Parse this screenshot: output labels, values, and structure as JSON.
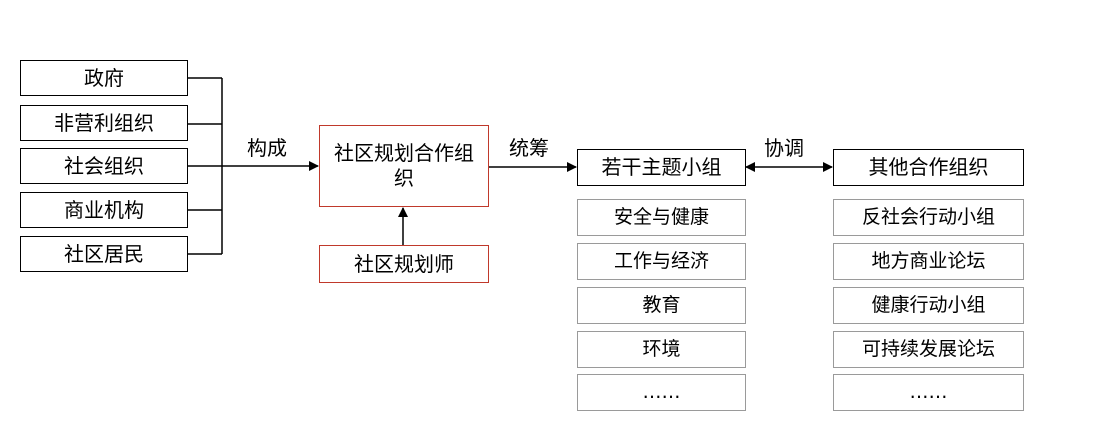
{
  "participants": [
    "政府",
    "非营利组织",
    "社会组织",
    "商业机构",
    "社区居民"
  ],
  "edge_labels": {
    "compose": "构成",
    "coordinate_overall": "统筹",
    "coordinate_mutual": "协调"
  },
  "center": {
    "org": "社区规划合作组织",
    "planner": "社区规划师"
  },
  "groups": {
    "title": "若干主题小组",
    "items": [
      "安全与健康",
      "工作与经济",
      "教育",
      "环境",
      "……"
    ]
  },
  "partners": {
    "title": "其他合作组织",
    "items": [
      "反社会行动小组",
      "地方商业论坛",
      "健康行动小组",
      "可持续发展论坛",
      "……"
    ]
  },
  "colors": {
    "line": "#000000",
    "accent_border": "#c0392b",
    "item_border": "#9a9a9a"
  }
}
